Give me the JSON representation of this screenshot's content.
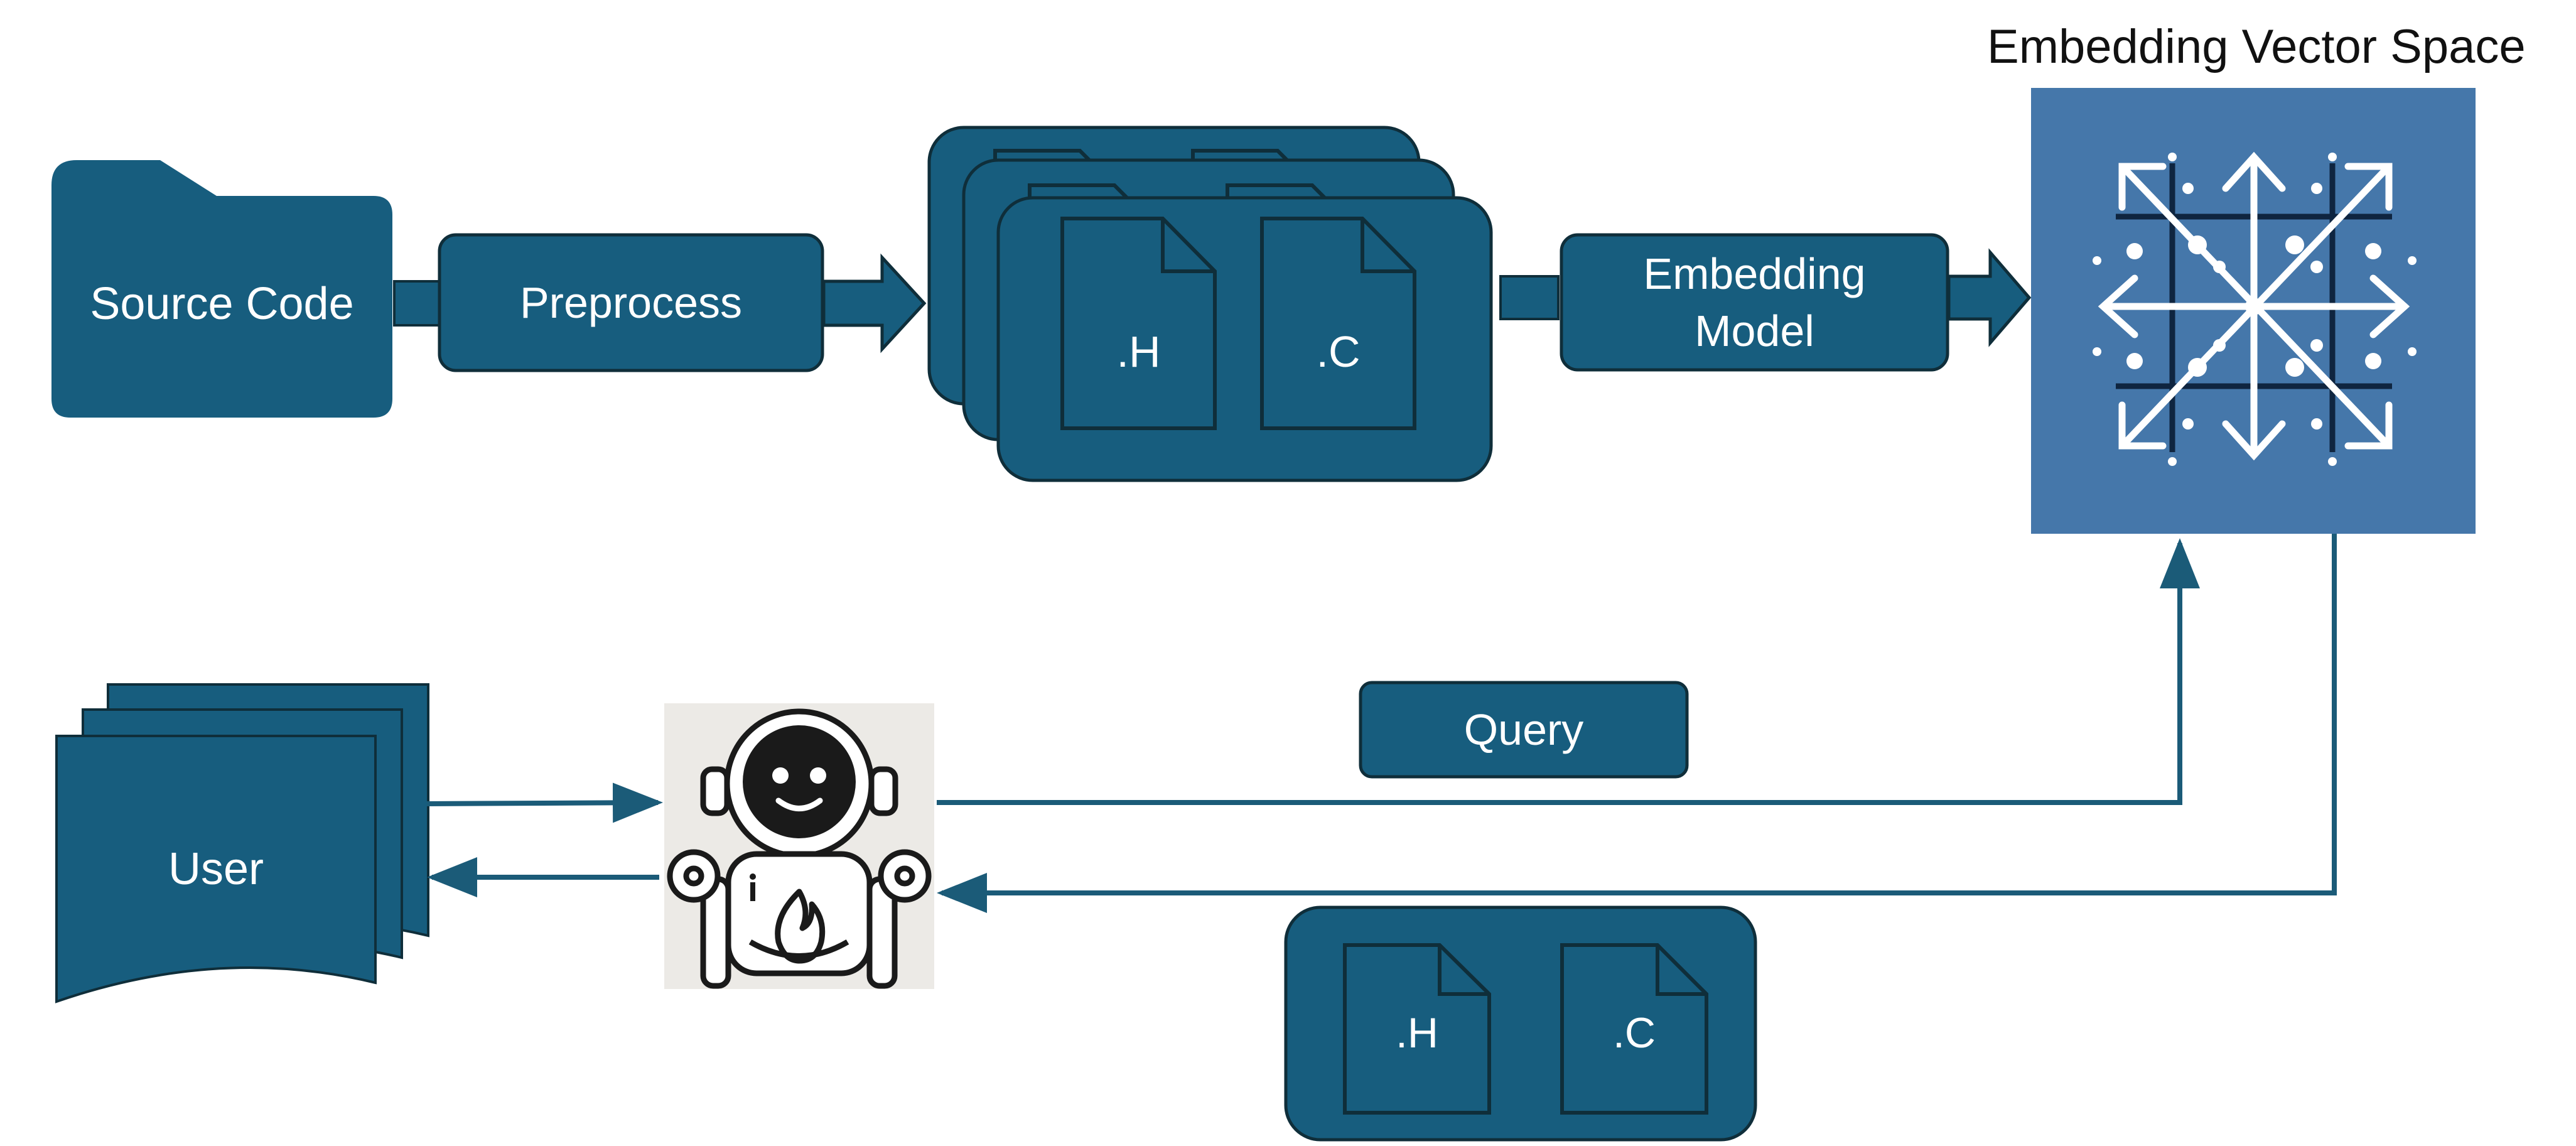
{
  "colors": {
    "box": "#175d7e",
    "box_border": "#0f2e3a",
    "arrow": "#1b5b78",
    "vector_space": "#4577aa",
    "background": "#ffffff"
  },
  "pipeline": {
    "source": {
      "label": "Source Code",
      "icon": "folder-icon"
    },
    "preprocess": {
      "label": "Preprocess"
    },
    "files": [
      {
        "label": ".H",
        "icon": "file-icon"
      },
      {
        "label": ".C",
        "icon": "file-icon"
      }
    ],
    "embedding_model": {
      "label": "Embedding\nModel"
    },
    "vector_space": {
      "title": "Embedding Vector Space",
      "icon": "vector-grid-icon"
    }
  },
  "query_flow": {
    "user": {
      "label": "User",
      "icon": "stacked-documents-icon"
    },
    "assistant": {
      "icon": "robot-icon"
    },
    "query": {
      "label": "Query"
    },
    "results": [
      {
        "label": ".H",
        "icon": "file-icon"
      },
      {
        "label": ".C",
        "icon": "file-icon"
      }
    ]
  }
}
